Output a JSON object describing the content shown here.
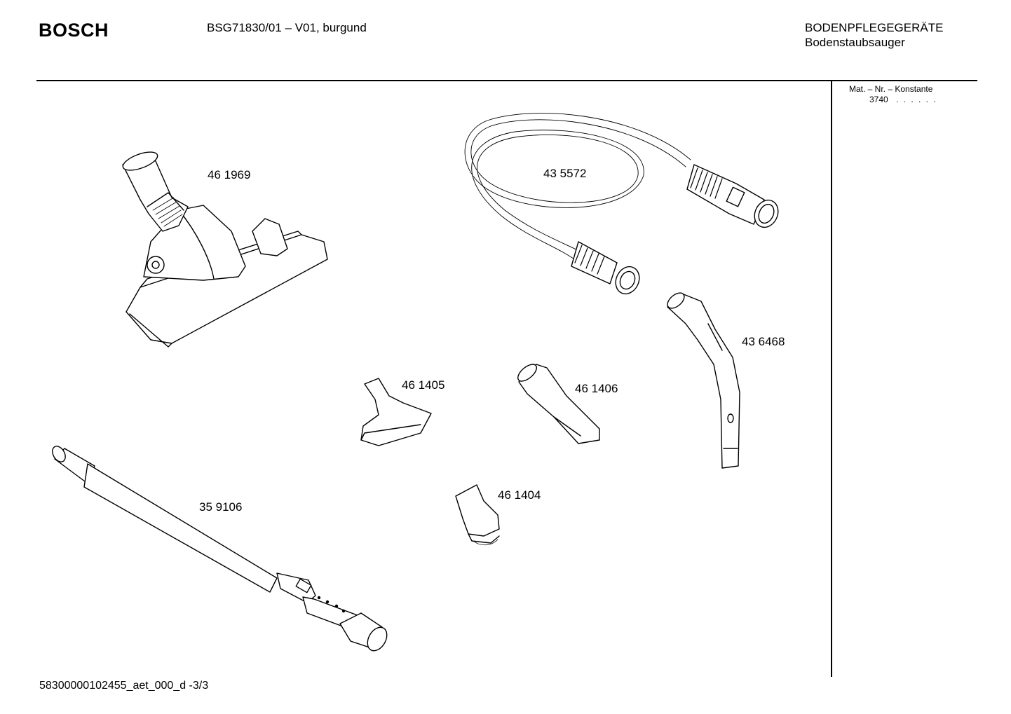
{
  "header": {
    "brand": "BOSCH",
    "model": "BSG71830/01  –  V01, burgund",
    "category_line1": "BODENPFLEGEGERÄTE",
    "category_line2": "Bodenstaubsauger"
  },
  "side_panel": {
    "heading": "Mat. – Nr. – Konstante",
    "value": "3740",
    "dots": ". .  . . . ."
  },
  "parts": [
    {
      "number": "46 1969",
      "name_icon": "floor-nozzle"
    },
    {
      "number": "43 5572",
      "name_icon": "suction-hose"
    },
    {
      "number": "43 6468",
      "name_icon": "hose-handle"
    },
    {
      "number": "46 1405",
      "name_icon": "upholstery-nozzle"
    },
    {
      "number": "46 1406",
      "name_icon": "crevice-nozzle"
    },
    {
      "number": "46 1404",
      "name_icon": "small-nozzle"
    },
    {
      "number": "35 9106",
      "name_icon": "telescopic-tube"
    }
  ],
  "footer": {
    "doc_id": "58300000102455_aet_000_d  -3/3"
  }
}
